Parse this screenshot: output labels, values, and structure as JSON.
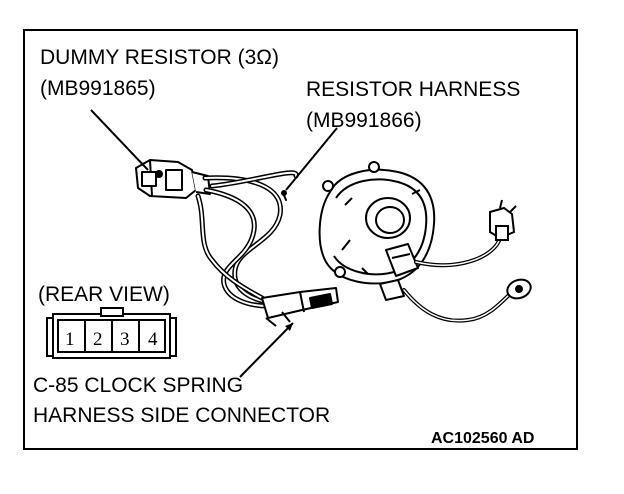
{
  "labels": {
    "dummy_resistor": "DUMMY RESISTOR (3",
    "dummy_resistor_unit": "Ω",
    "dummy_resistor_close": ")",
    "dummy_resistor_part": "(MB991865)",
    "resistor_harness": "RESISTOR HARNESS",
    "resistor_harness_part": "(MB991866)",
    "rear_view": "(REAR VIEW)",
    "connector_line1": "C-85 CLOCK SPRING",
    "connector_line2": "HARNESS SIDE CONNECTOR",
    "figure_code": "AC102560 AD"
  },
  "connector_pins": [
    "1",
    "2",
    "3",
    "4"
  ]
}
